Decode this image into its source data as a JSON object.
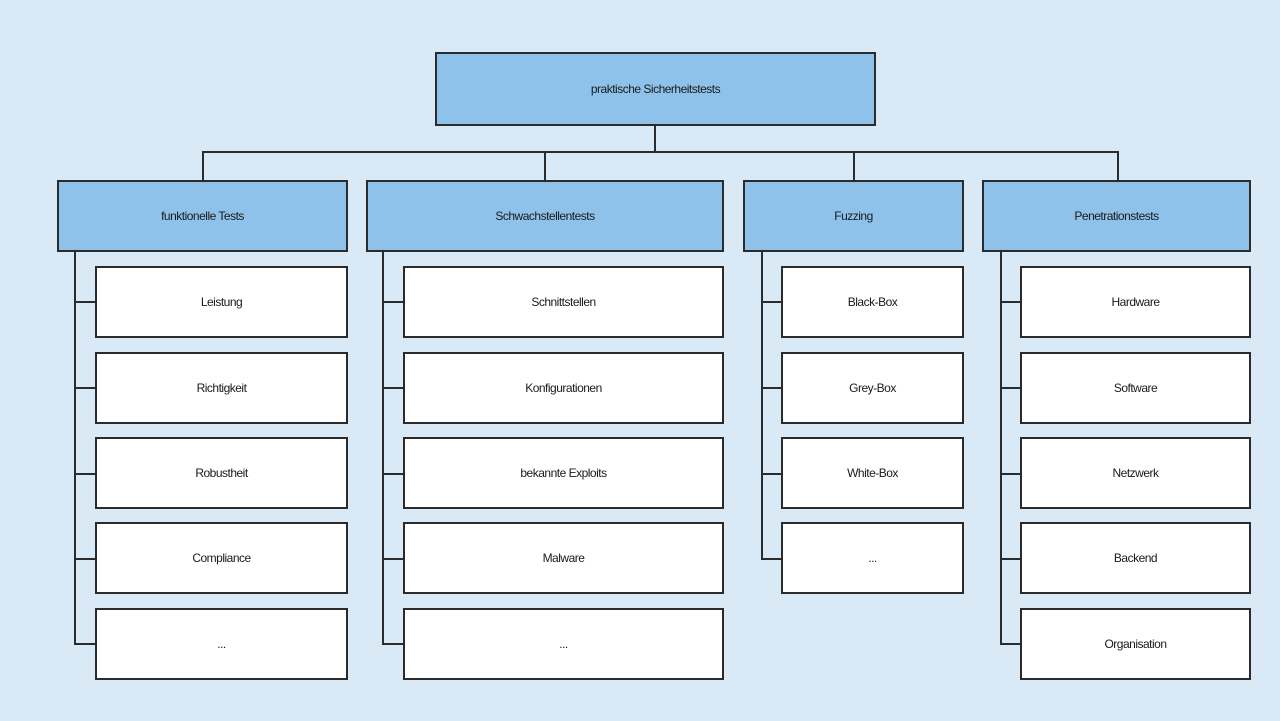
{
  "root": {
    "label": "praktische Sicherheitstests"
  },
  "categories": [
    {
      "label": "funktionelle Tests",
      "items": [
        "Leistung",
        "Richtigkeit",
        "Robustheit",
        "Compliance",
        "..."
      ]
    },
    {
      "label": "Schwachstellentests",
      "items": [
        "Schnittstellen",
        "Konfigurationen",
        "bekannte Exploits",
        "Malware",
        "..."
      ]
    },
    {
      "label": "Fuzzing",
      "items": [
        "Black-Box",
        "Grey-Box",
        "White-Box",
        "..."
      ]
    },
    {
      "label": "Penetrationstests",
      "items": [
        "Hardware",
        "Software",
        "Netzwerk",
        "Backend",
        "Organisation"
      ]
    }
  ],
  "colors": {
    "background": "#d9e9f5",
    "header_fill": "#8ec2ea",
    "item_fill": "#ffffff",
    "stroke": "#2b2b2b"
  }
}
